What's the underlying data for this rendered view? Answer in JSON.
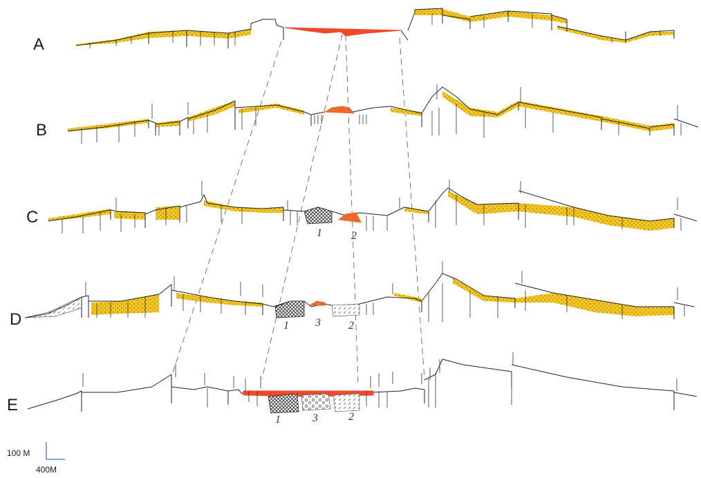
{
  "figure": {
    "rows": [
      {
        "letter": "A"
      },
      {
        "letter": "B"
      },
      {
        "letter": "C"
      },
      {
        "letter": "D"
      },
      {
        "letter": "E"
      }
    ],
    "zone_labels": {
      "C": [
        "1",
        "2"
      ],
      "D": [
        "1",
        "3",
        "2"
      ],
      "E": [
        "1",
        "3",
        "2"
      ]
    },
    "scale_bar": {
      "vertical_label": "100 M",
      "horizontal_label": "400M"
    },
    "colors": {
      "sediment_fill": "#f3c623",
      "volcanic_red": "#ee4a2a",
      "line": "#222222"
    }
  }
}
